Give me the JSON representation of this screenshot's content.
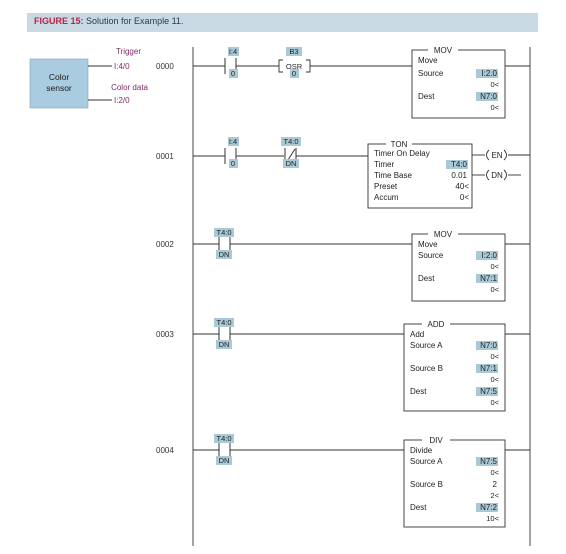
{
  "caption": {
    "label": "FIGURE 15:",
    "text": "Solution for Example 11."
  },
  "sensor": {
    "label_line1": "Color",
    "label_line2": "sensor",
    "trigger_label": "Trigger",
    "trigger_address": "I:4/0",
    "data_label": "Color data",
    "data_address": "I:2/0"
  },
  "rungs": [
    {
      "number": "0000",
      "contacts": [
        {
          "address": "I:4",
          "bit": "0",
          "type": "XIC"
        },
        {
          "address": "B3",
          "bit": "0",
          "type": "OSR",
          "symbol": "OSR"
        }
      ],
      "block": {
        "name": "MOV",
        "desc": "Move",
        "rows": [
          {
            "label": "Source",
            "value": "I:2.0",
            "sub": "0<"
          },
          {
            "label": "Dest",
            "value": "N7:0",
            "sub": "0<"
          }
        ]
      }
    },
    {
      "number": "0001",
      "contacts": [
        {
          "address": "I:4",
          "bit": "0",
          "type": "XIC"
        },
        {
          "address": "T4:0",
          "bit": "DN",
          "type": "XIO"
        }
      ],
      "block": {
        "name": "TON",
        "desc": "Timer On Delay",
        "rows": [
          {
            "label": "Timer",
            "value": "T4:0"
          },
          {
            "label": "Time Base",
            "value": "0.01"
          },
          {
            "label": "Preset",
            "value": "40<"
          },
          {
            "label": "Accum",
            "value": "0<"
          }
        ],
        "outputs": [
          "EN",
          "DN"
        ]
      }
    },
    {
      "number": "0002",
      "contacts": [
        {
          "address": "T4:0",
          "bit": "DN",
          "type": "XIC"
        }
      ],
      "block": {
        "name": "MOV",
        "desc": "Move",
        "rows": [
          {
            "label": "Source",
            "value": "I:2.0",
            "sub": "0<"
          },
          {
            "label": "Dest",
            "value": "N7:1",
            "sub": "0<"
          }
        ]
      }
    },
    {
      "number": "0003",
      "contacts": [
        {
          "address": "T4:0",
          "bit": "DN",
          "type": "XIC"
        }
      ],
      "block": {
        "name": "ADD",
        "desc": "Add",
        "rows": [
          {
            "label": "Source A",
            "value": "N7:0",
            "sub": "0<"
          },
          {
            "label": "Source B",
            "value": "N7:1",
            "sub": "0<"
          },
          {
            "label": "Dest",
            "value": "N7:5",
            "sub": "0<"
          }
        ]
      }
    },
    {
      "number": "0004",
      "contacts": [
        {
          "address": "T4:0",
          "bit": "DN",
          "type": "XIC"
        }
      ],
      "block": {
        "name": "DIV",
        "desc": "Divide",
        "rows": [
          {
            "label": "Source A",
            "value": "N7:5",
            "sub": "0<"
          },
          {
            "label": "Source B",
            "value": "2",
            "sub": "2<"
          },
          {
            "label": "Dest",
            "value": "N7:2",
            "sub": "10<"
          }
        ]
      }
    }
  ],
  "colors": {
    "caption_bg": "#c9d9e3",
    "sensor_box": "#a9cce0",
    "highlight": "#aac9d6",
    "caption_red": "#b0274a",
    "trigger_purple": "#7b2d6b"
  }
}
